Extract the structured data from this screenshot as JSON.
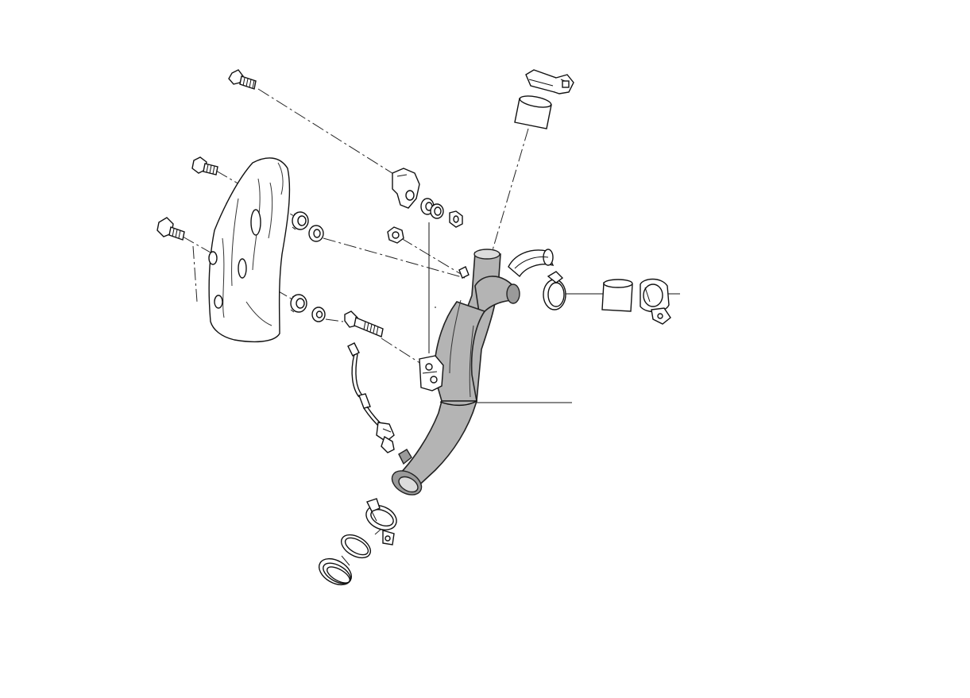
{
  "diagram": {
    "colors": {
      "background": "#ffffff",
      "line": "#111111",
      "pipe_fill": "#b4b4b4",
      "heat_shield_fill": "#ffffff"
    },
    "parts": [
      "bolt-top",
      "bolt-upper-left",
      "bolt-lower-left",
      "heat-shield",
      "grommet-upper",
      "washer-upper",
      "grommet-lower",
      "washer-lower",
      "mounting-bracket",
      "bracket-bushing",
      "bracket-washer",
      "bracket-nut",
      "grommet-small",
      "clamp-top",
      "gasket-sleeve-top",
      "y-pipe",
      "elbow-fitting",
      "ring-right",
      "gasket-sleeve-right",
      "clamp-right",
      "pipe-bracket-clamp",
      "bolt-long",
      "oxygen-sensor",
      "clamp-bottom",
      "ring-bottom-1",
      "ring-bottom-2"
    ]
  }
}
